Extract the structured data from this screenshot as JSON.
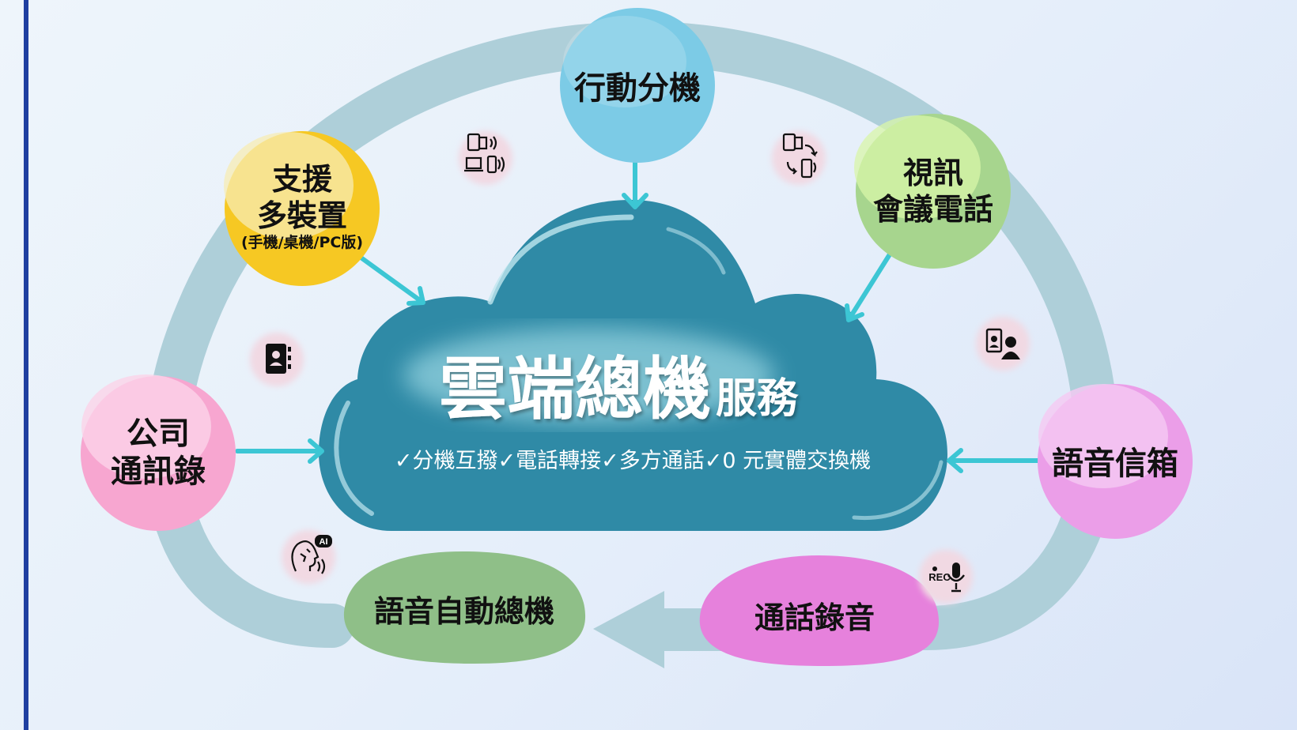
{
  "colors": {
    "left_bar": "#1f3fa0",
    "ring": "#aecfd9",
    "cloud": "#2f8aa6",
    "arrow": "#3cc6d4",
    "icon_badge": "#f1d9e3"
  },
  "cloud": {
    "title_main": "雲端總機",
    "title_suffix": "服務",
    "features": "✓分機互撥✓電話轉接✓多方通話✓0 元實體交換機"
  },
  "nodes": {
    "mobile_ext": {
      "line1": "行動分機",
      "color": "#7ccbe6"
    },
    "multi_device": {
      "line1": "支援",
      "line2": "多裝置",
      "note": "(手機/桌機/PC版)",
      "color": "#f6c823"
    },
    "video_conf": {
      "line1": "視訊",
      "line2": "會議電話",
      "color": "#a7d58e"
    },
    "contacts": {
      "line1": "公司",
      "line2": "通訊錄",
      "color": "#f7a6d0"
    },
    "voicemail": {
      "line1": "語音信箱",
      "color": "#eb9ee8"
    },
    "auto_attendant": {
      "line1": "語音自動總機",
      "color": "#8fbf88"
    },
    "call_recording": {
      "line1": "通話錄音",
      "color": "#e681dc"
    }
  },
  "icons": {
    "multi_device": "phone-laptop-mobile-icon",
    "transfer": "desk-phone-transfer-icon",
    "contacts": "address-book-icon",
    "video": "video-call-person-icon",
    "ai_voice": "ai-voice-head-icon",
    "rec": "rec-microphone-icon",
    "ai_badge": "AI",
    "rec_badge": "REC"
  }
}
